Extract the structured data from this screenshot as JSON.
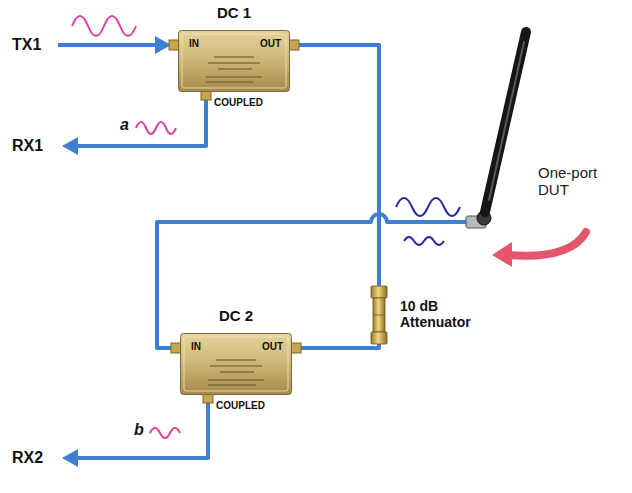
{
  "diagram": {
    "nodes": [
      {
        "text": [
          "DC 1",
          "IN",
          "OUT",
          "COUPLED"
        ]
      },
      {
        "text": [
          "10 dB Attenuator"
        ]
      },
      {
        "text": [
          "DC 2",
          "IN",
          "OUT",
          "COUPLED"
        ]
      },
      {
        "text": [
          "One-port DUT"
        ]
      }
    ],
    "edges": [
      {
        "from": 0,
        "to": 1,
        "arrow": "none"
      },
      {
        "from": 1,
        "to": 2,
        "arrow": "none"
      },
      {
        "from": 2,
        "to": 3,
        "arrow": "none"
      }
    ],
    "labels": [
      "TX1",
      "RX1",
      "a",
      "RX2",
      "b"
    ]
  }
}
